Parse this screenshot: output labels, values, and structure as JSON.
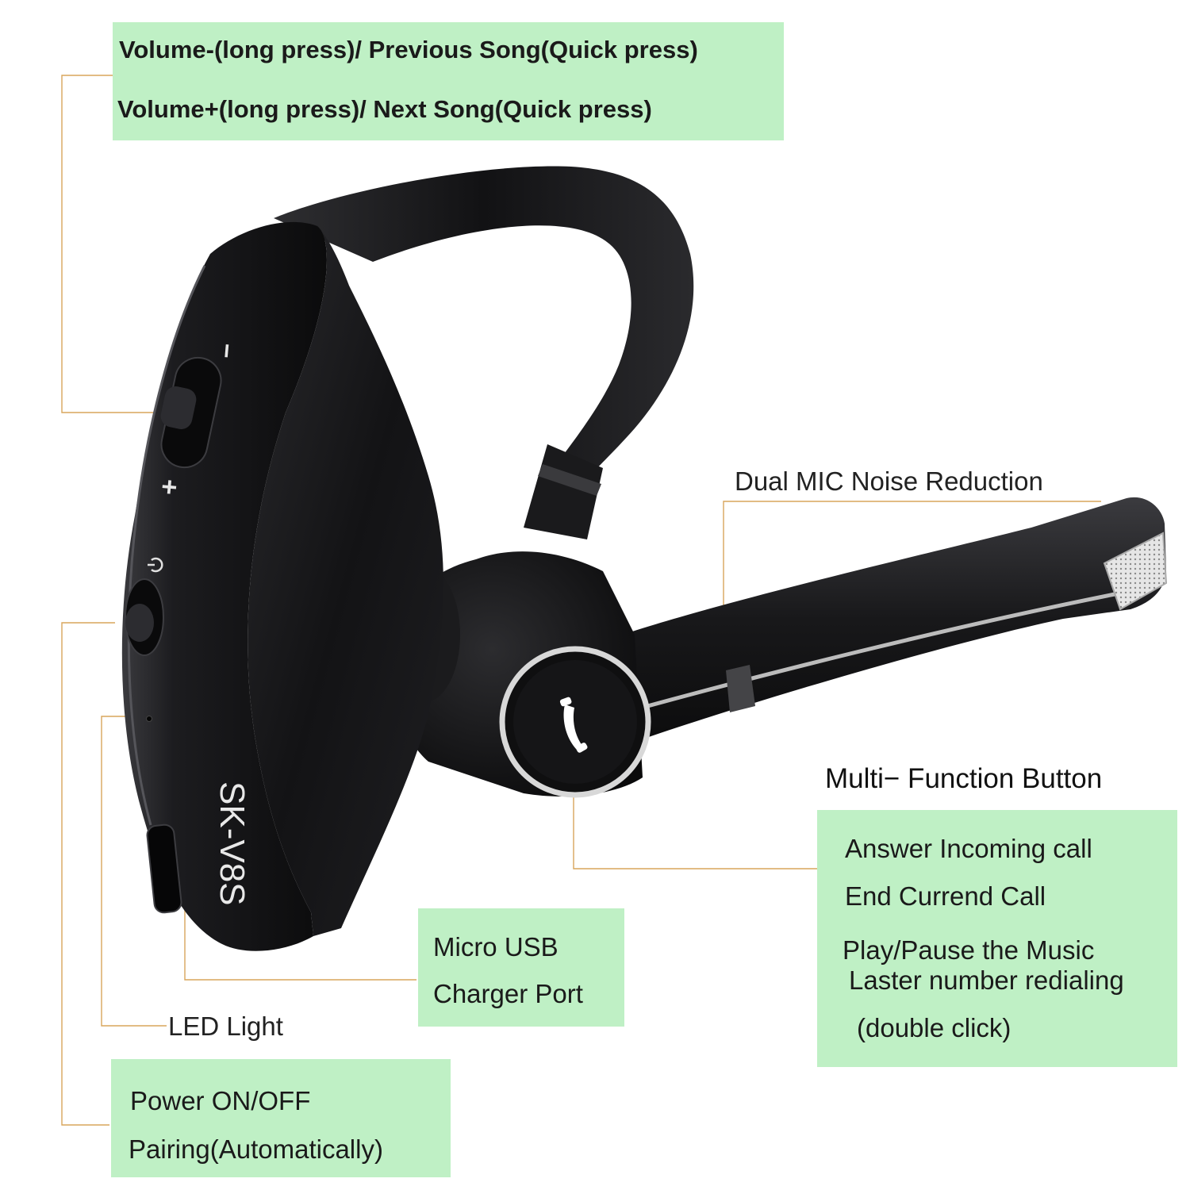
{
  "colors": {
    "callout_fill": "#bff0c5",
    "leader_line": "#d9a65c",
    "device_body": "#141416",
    "accent_ring": "#d8d8d8"
  },
  "device": {
    "model_label": "SK-V8S",
    "minus_symbol": "−",
    "plus_symbol": "+",
    "icons": [
      "power-icon",
      "phone-icon",
      "microphone-grille-icon"
    ]
  },
  "callouts": {
    "volume": {
      "line1": "Volume-(long press)/ Previous Song(Quick press)",
      "line2": "Volume+(long press)/ Next Song(Quick press)"
    },
    "mic": {
      "label": "Dual MIC Noise Reduction"
    },
    "multi_function": {
      "title": "Multi− Function Button",
      "line1": "Answer Incoming call",
      "line2": "End Currend Call",
      "line3": "Play/Pause the Music",
      "line4": "Laster number redialing",
      "line5": "(double click)"
    },
    "usb": {
      "line1": "Micro USB",
      "line2": "Charger Port"
    },
    "led": {
      "label": "LED Light"
    },
    "power": {
      "line1": "Power ON/OFF",
      "line2": "Pairing(Automatically)"
    }
  }
}
